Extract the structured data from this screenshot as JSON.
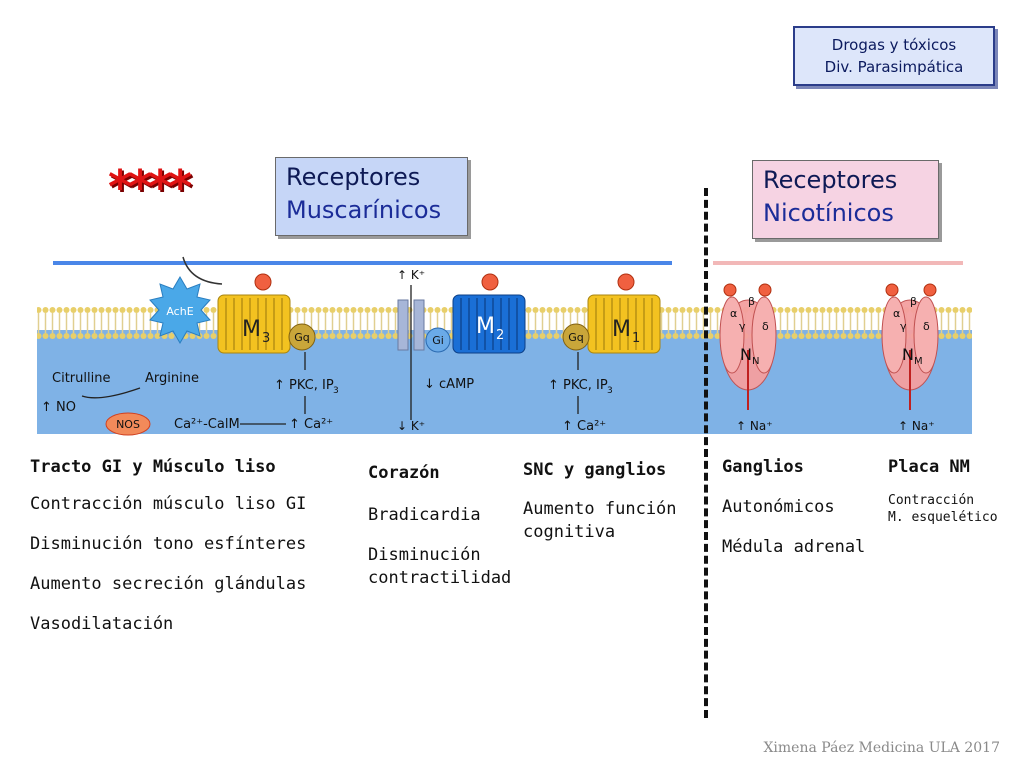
{
  "top_tag": {
    "line1": "Drogas y tóxicos",
    "line2": "Div. Parasimpática"
  },
  "stars": "****",
  "muscarinic_box": {
    "line1": "Receptores",
    "line2": "Muscarínicos"
  },
  "nicotinic_box": {
    "line1": "Receptores",
    "line2": "Nicotínicos"
  },
  "diagram": {
    "ache": "AchE",
    "m3": "M",
    "m3_sub": "3",
    "m2": "M",
    "m2_sub": "2",
    "m1": "M",
    "m1_sub": "1",
    "gq": "Gq",
    "gi": "Gi",
    "gq2": "Gq",
    "citrulline": "Citrulline",
    "arginine": "Arginine",
    "no": "↑ NO",
    "nos": "NOS",
    "ca_calm": "Ca²⁺-CalM",
    "pkc_ip3_1": "↑ PKC, IP",
    "pkc_ip3_1_sub": "3",
    "ca_1": "↑ Ca²⁺",
    "k_top": "↑ K⁺",
    "k_bottom": "↓ K⁺",
    "camp": "↓ cAMP",
    "pkc_ip3_2": "↑ PKC, IP",
    "pkc_ip3_2_sub": "3",
    "ca_2": "↑ Ca²⁺",
    "nn": "N",
    "nn_sub": "N",
    "nm": "N",
    "nm_sub": "M",
    "alpha": "α",
    "beta": "β",
    "gamma": "γ",
    "delta": "δ",
    "na_1": "↑ Na⁺",
    "na_2": "↑ Na⁺"
  },
  "columns": {
    "col1": {
      "header": "Tracto GI y Músculo liso",
      "items": [
        "Contracción músculo liso GI",
        "Disminución tono esfínteres",
        "Aumento secreción glándulas",
        "Vasodilatación"
      ]
    },
    "col2": {
      "header": "Corazón",
      "items": [
        "Bradicardia",
        "Disminución",
        "contractilidad"
      ]
    },
    "col3": {
      "header": "SNC y ganglios",
      "items": [
        "Aumento función",
        "cognitiva"
      ]
    },
    "col4": {
      "header": "Ganglios",
      "items": [
        "Autonómicos",
        "Médula adrenal"
      ]
    },
    "col5": {
      "header": "Placa NM",
      "items": [
        "Contracción",
        "M. esquelético"
      ]
    }
  },
  "footer": "Ximena Páez Medicina ULA 2017"
}
